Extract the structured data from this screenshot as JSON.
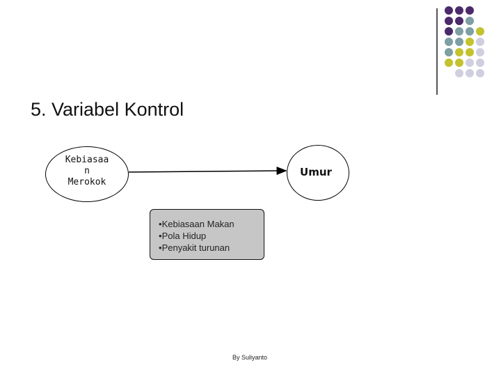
{
  "slide": {
    "title": "5. Variabel Kontrol",
    "footer": "By Suliyanto"
  },
  "diagram": {
    "cause_lines": [
      "Kebiasaa",
      "n",
      "Merokok"
    ],
    "effect_label": "Umur",
    "control_items": [
      "Kebiasaan Makan",
      "Pola Hidup",
      "Penyakit turunan"
    ],
    "bullet": "•"
  },
  "decoration": {
    "dot_colors": {
      "purple": "#4b2a6b",
      "teal": "#7e9fa3",
      "olive": "#c3c22f",
      "lavender": "#cfcfe0"
    },
    "dot_grid": [
      [
        "purple",
        "purple",
        "purple",
        null
      ],
      [
        "purple",
        "purple",
        "teal",
        null
      ],
      [
        "purple",
        "teal",
        "teal",
        "olive"
      ],
      [
        "teal",
        "teal",
        "olive",
        "lavender"
      ],
      [
        "teal",
        "olive",
        "olive",
        "lavender"
      ],
      [
        "olive",
        "olive",
        "lavender",
        "lavender"
      ],
      [
        null,
        "lavender",
        "lavender",
        "lavender"
      ]
    ]
  }
}
